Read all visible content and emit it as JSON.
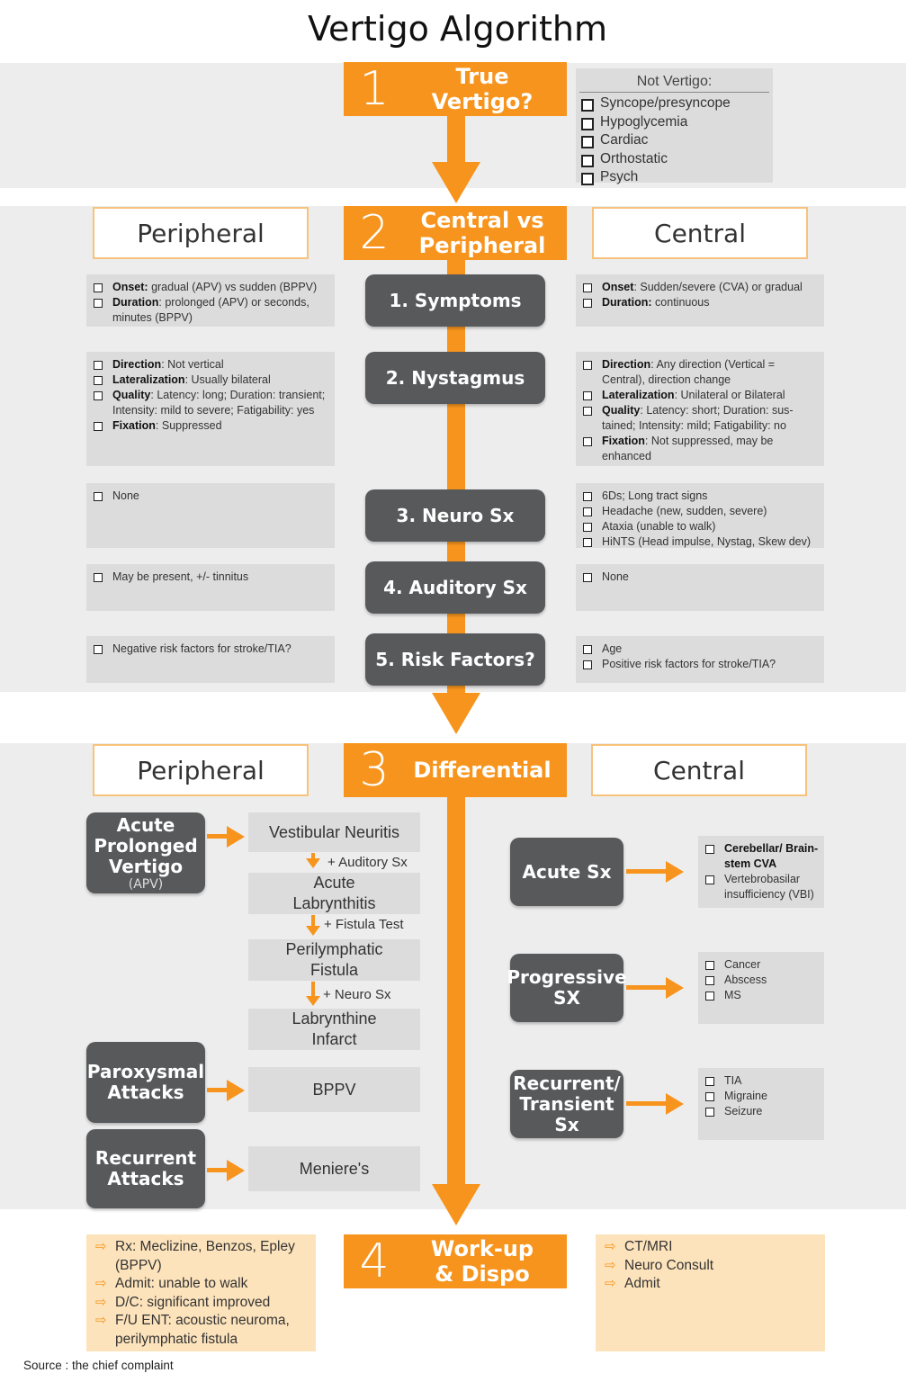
{
  "title": "Vertigo Algorithm",
  "steps": {
    "s1": {
      "number": "1",
      "label": "True\nVertigo?"
    },
    "s2": {
      "number": "2",
      "label": "Central vs\nPeripheral"
    },
    "s3": {
      "number": "3",
      "label": "Differential"
    },
    "s4": {
      "number": "4",
      "label": "Work-up\n& Dispo"
    }
  },
  "not_vertigo": {
    "title": "Not Vertigo:",
    "items": [
      "Syncope/presyncope",
      "Hypoglycemia",
      "Cardiac",
      "Orthostatic",
      "Psych"
    ]
  },
  "headers": {
    "peripheral": "Peripheral",
    "central": "Central"
  },
  "criteria": [
    {
      "label": "1. Symptoms",
      "peripheral": [
        {
          "k": "Onset:",
          "v": " gradual (APV) vs sudden (BPPV)"
        },
        {
          "k": "Duration",
          "v": ": prolonged (APV)  or seconds, minutes (BPPV)"
        }
      ],
      "central": [
        {
          "k": "Onset",
          "v": ": Sudden/severe (CVA) or gradual"
        },
        {
          "k": "Duration:",
          "v": " continuous"
        }
      ]
    },
    {
      "label": "2. Nystagmus",
      "peripheral": [
        {
          "k": "Direction",
          "v": ": Not vertical"
        },
        {
          "k": "Lateralization",
          "v": ": Usually bilateral"
        },
        {
          "k": "Quality",
          "v": ": Latency: long; Duration: transient; Intensity: mild to severe; Fatigability: yes"
        },
        {
          "k": "Fixation",
          "v": ": Suppressed"
        }
      ],
      "central": [
        {
          "k": "Direction",
          "v": ": Any direction (Vertical = Central), direction change"
        },
        {
          "k": "Lateralization",
          "v": ": Unilateral or Bilateral"
        },
        {
          "k": "Quality",
          "v": ": Latency: short; Duration: sus-tained; Intensity: mild; Fatigability: no"
        },
        {
          "k": "Fixation",
          "v": ": Not suppressed, may be enhanced"
        }
      ]
    },
    {
      "label": "3. Neuro Sx",
      "peripheral": [
        {
          "k": "",
          "v": "None"
        }
      ],
      "central": [
        {
          "k": "",
          "v": "6Ds; Long tract signs"
        },
        {
          "k": "",
          "v": "Headache (new, sudden, severe)"
        },
        {
          "k": "",
          "v": "Ataxia (unable to walk)"
        },
        {
          "k": "",
          "v": "HiNTS  (Head impulse, Nystag, Skew dev)"
        }
      ]
    },
    {
      "label": "4. Auditory Sx",
      "peripheral": [
        {
          "k": "",
          "v": "May be present, +/- tinnitus"
        }
      ],
      "central": [
        {
          "k": "",
          "v": "None"
        }
      ]
    },
    {
      "label": "5. Risk Factors?",
      "peripheral": [
        {
          "k": "",
          "v": "Negative risk factors for stroke/TIA?"
        }
      ],
      "central": [
        {
          "k": "",
          "v": "Age"
        },
        {
          "k": "",
          "v": "Positive risk factors for stroke/TIA?"
        }
      ]
    }
  ],
  "differential": {
    "peripheral": {
      "apv": {
        "label": "Acute\nProlonged\nVertigo",
        "sub": "(APV)"
      },
      "paroxysmal": {
        "label": "Paroxysmal\nAttacks"
      },
      "recurrent": {
        "label": "Recurrent\nAttacks"
      },
      "chain": [
        {
          "label": "Vestibular Neuritis",
          "next": "+ Auditory Sx"
        },
        {
          "label": "Acute\nLabrynthitis",
          "next": "+ Fistula Test"
        },
        {
          "label": "Perilymphatic\nFistula",
          "next": "+ Neuro Sx"
        },
        {
          "label": "Labrynthine\nInfarct",
          "next": ""
        }
      ],
      "bppv": "BPPV",
      "menieres": "Meniere's"
    },
    "central": [
      {
        "label": "Acute Sx",
        "items": [
          {
            "k": "Cerebellar/ Brain-stem CVA",
            "v": ""
          },
          {
            "k": "",
            "v": "Vertebrobasilar insufficiency (VBI)"
          }
        ]
      },
      {
        "label": "Progressive\nSX",
        "items": [
          {
            "k": "",
            "v": "Cancer"
          },
          {
            "k": "",
            "v": "Abscess"
          },
          {
            "k": "",
            "v": "MS"
          }
        ]
      },
      {
        "label": "Recurrent/\nTransient Sx",
        "items": [
          {
            "k": "",
            "v": "TIA"
          },
          {
            "k": "",
            "v": "Migraine"
          },
          {
            "k": "",
            "v": "Seizure"
          }
        ]
      }
    ]
  },
  "workup": {
    "peripheral": [
      "Rx: Meclizine, Benzos, Epley (BPPV)",
      "Admit: unable to walk",
      "D/C: significant improved",
      "F/U ENT:  acoustic neuroma, perilymphatic fistula"
    ],
    "central": [
      "CT/MRI",
      "Neuro Consult",
      "Admit"
    ]
  },
  "source": "Source : the chief complaint",
  "colors": {
    "orange": "#f7941d",
    "dark_pill": "#58595b",
    "box_gray": "#dcdcdd",
    "band": "#ededed",
    "peach": "#fde3bb"
  }
}
